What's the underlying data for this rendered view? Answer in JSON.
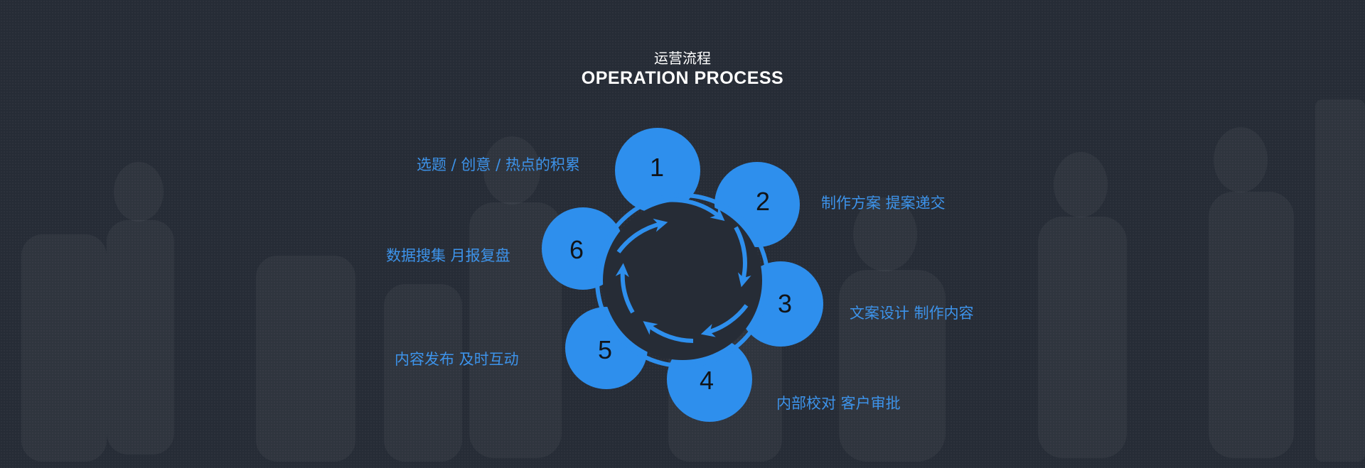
{
  "title": {
    "cn": "运营流程",
    "en": "OPERATION PROCESS"
  },
  "colors": {
    "background": "#262c36",
    "accent": "#2e8fed",
    "label": "#3d93ea",
    "title": "#ffffff"
  },
  "steps": [
    {
      "number": "1",
      "label": "选题 / 创意 / 热点的积累"
    },
    {
      "number": "2",
      "label": "制作方案 提案递交"
    },
    {
      "number": "3",
      "label": "文案设计 制作内容"
    },
    {
      "number": "4",
      "label": "内部校对 客户审批"
    },
    {
      "number": "5",
      "label": "内容发布 及时互动"
    },
    {
      "number": "6",
      "label": "数据搜集 月报复盘"
    }
  ]
}
